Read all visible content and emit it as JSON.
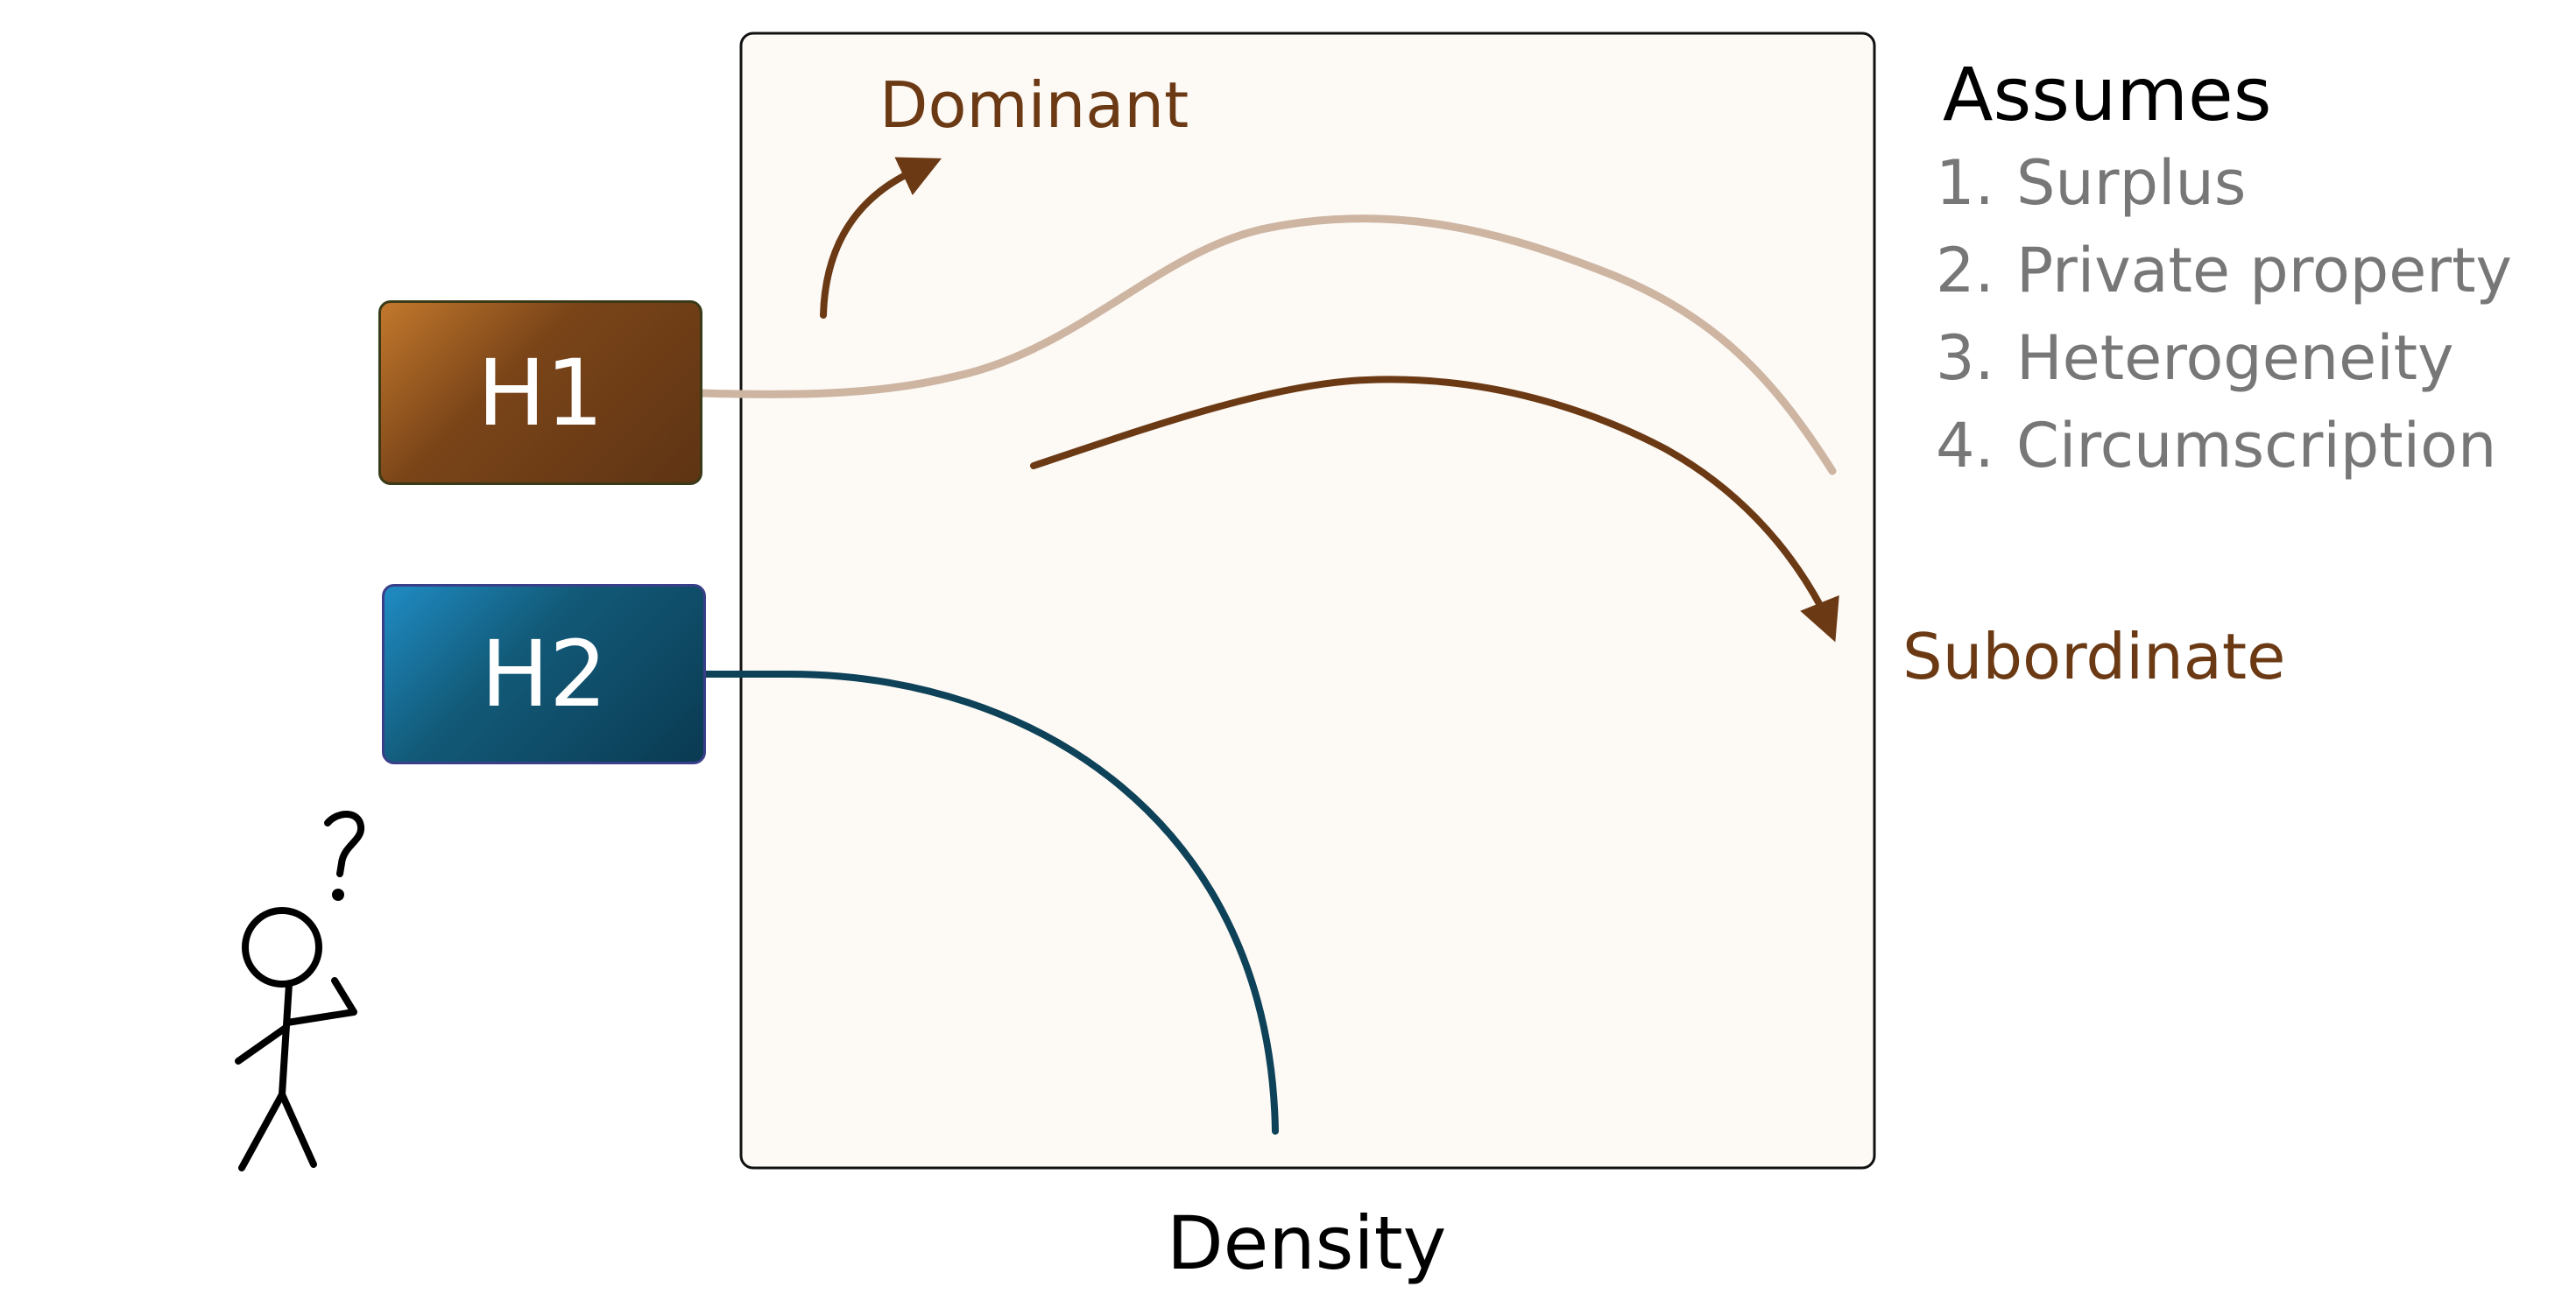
{
  "hypotheses": {
    "h1": {
      "label": "H1",
      "color": "#6b3a14"
    },
    "h2": {
      "label": "H2",
      "color": "#0d4258"
    }
  },
  "plot": {
    "background": "#fdf9f5",
    "x_axis_label": "Density",
    "top_label": "Dominant",
    "bottom_label": "Subordinate"
  },
  "assumes": {
    "title": "Assumes",
    "items": [
      {
        "number": "1.",
        "text": "Surplus"
      },
      {
        "number": "2.",
        "text": "Private property"
      },
      {
        "number": "3.",
        "text": "Heterogeneity"
      },
      {
        "number": "4.",
        "text": "Circumscription"
      }
    ]
  },
  "colors": {
    "brown": "#6b3a14",
    "light_brown": "#cdb5a2",
    "teal": "#0d4258",
    "gray_text": "#777777"
  },
  "figure": {
    "icon": "stick-figure-thinking-icon",
    "glyph": "?"
  }
}
